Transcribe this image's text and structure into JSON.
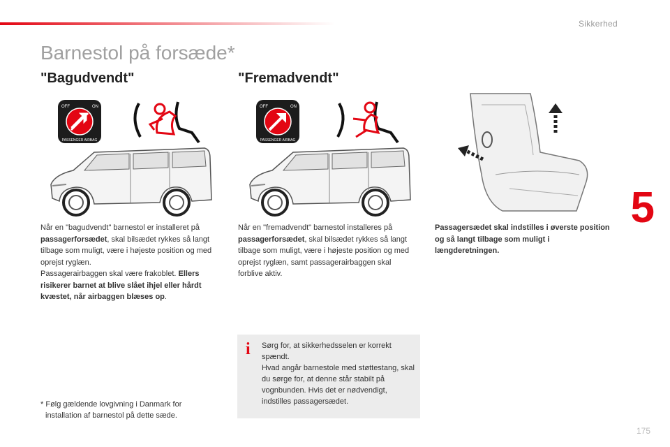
{
  "header": {
    "section_label": "Sikkerhed"
  },
  "page": {
    "title": "Barnestol på forsæde*",
    "chapter_number": "5",
    "page_number": "175"
  },
  "rear_facing": {
    "heading": "\"Bagudvendt\"",
    "airbag_label": "PASSENGER AIRBAG",
    "off_label": "OFF",
    "on_label": "ON",
    "p1_a": "Når en \"bagudvendt\" barnestol er installeret på ",
    "p1_b": "passagerforsædet",
    "p1_c": ", skal bilsædet rykkes så langt tilbage som muligt, være i højeste position og med oprejst ryglæn.",
    "p2_a": "Passagerairbaggen skal være frakoblet. ",
    "p2_b": "Ellers risikerer barnet at blive slået ihjel eller hårdt kvæstet, når airbaggen blæses op",
    "p2_c": "."
  },
  "forward_facing": {
    "heading": "\"Fremadvendt\"",
    "airbag_label": "PASSENGER AIRBAG",
    "off_label": "OFF",
    "on_label": "ON",
    "p1_a": "Når en \"fremadvendt\" barnestol installeres på ",
    "p1_b": "passagerforsædet",
    "p1_c": ", skal bilsædet rykkes så langt tilbage som muligt, være i højeste position og med oprejst ryglæn, samt passagerairbaggen skal forblive aktiv."
  },
  "seat_note": "Passagersædet skal indstilles i øverste position og så langt tilbage som muligt i længderetningen.",
  "info": {
    "icon": "i",
    "line1": "Sørg for, at sikkerhedsselen er korrekt spændt.",
    "line2": "Hvad angår barnestole med støttestang, skal du sørge for, at denne står stabilt på vognbunden. Hvis det er nødvendigt, indstilles passagersædet."
  },
  "footnote": {
    "marker": "*",
    "line1": "Følg gældende lovgivning i Danmark for",
    "line2": "installation af barnestol på dette sæde."
  }
}
